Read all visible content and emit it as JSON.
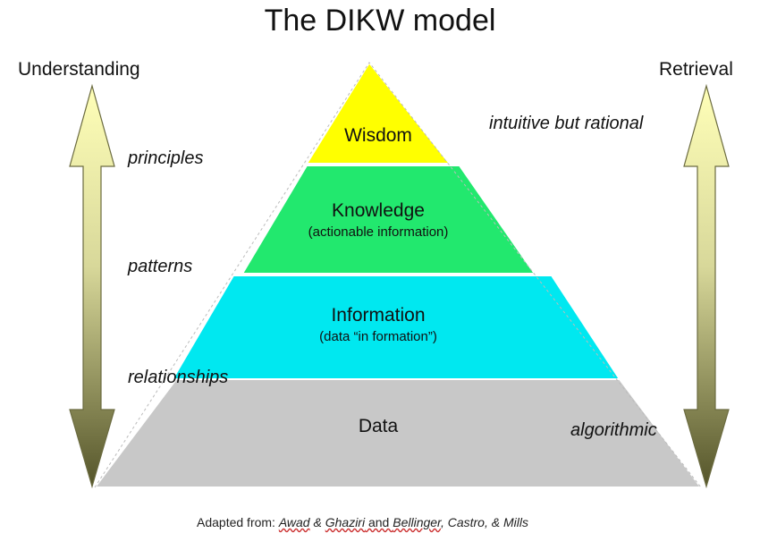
{
  "title": "The DIKW model",
  "left_axis_label": "Understanding",
  "right_axis_label": "Retrieval",
  "left_labels": [
    "principles",
    "patterns",
    "relationships"
  ],
  "right_labels": [
    "intuitive but rational",
    "algorithmic"
  ],
  "levels": [
    {
      "name": "Wisdom",
      "subtitle": "",
      "color": "#ffff00"
    },
    {
      "name": "Knowledge",
      "subtitle": "(actionable information)",
      "color": "#22e86e"
    },
    {
      "name": "Information",
      "subtitle": "(data “in formation”)",
      "color": "#00e8f0"
    },
    {
      "name": "Data",
      "subtitle": "",
      "color": "#c8c8c8"
    }
  ],
  "credit": {
    "prefix": "Adapted from: ",
    "author1": "Awad",
    "amp1": " & ",
    "author2": "Ghaziri",
    "and_word": " and ",
    "author3": "Bellinger",
    "rest": ", Castro, & Mills"
  },
  "arrow_colors": {
    "top": "#ffffb8",
    "bottom": "#55552a"
  }
}
